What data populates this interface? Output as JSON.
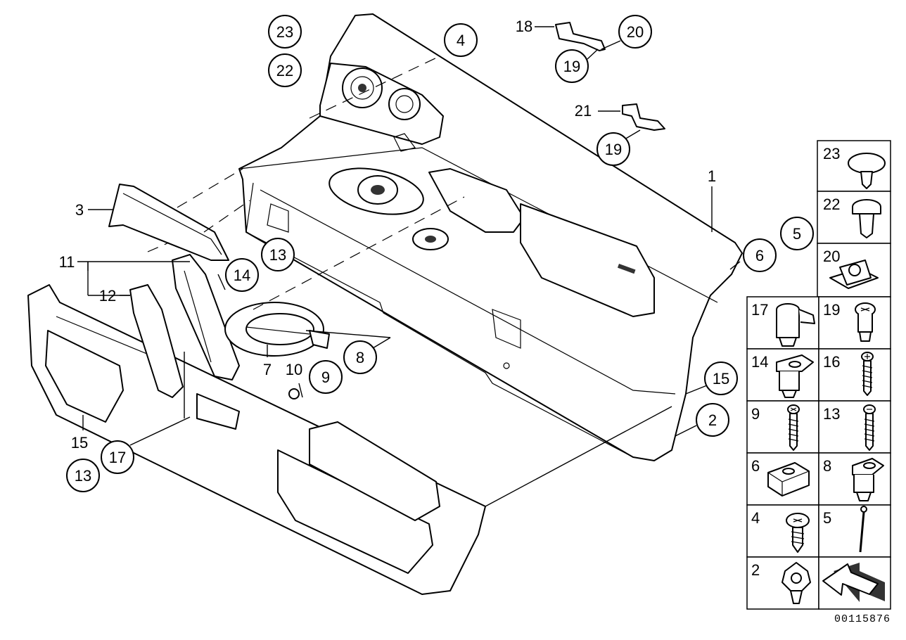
{
  "diagram_id": "00115876",
  "callouts": {
    "c23": "23",
    "c22": "22",
    "c4": "4",
    "c18": "18",
    "c20": "20",
    "c19a": "19",
    "c21": "21",
    "c19b": "19",
    "c1": "1",
    "c3": "3",
    "c5": "5",
    "c6": "6",
    "c13a": "13",
    "c11": "11",
    "c14": "14",
    "c12": "12",
    "c8": "8",
    "c7": "7",
    "c10": "10",
    "c9": "9",
    "c15a": "15",
    "c2": "2",
    "c15b": "15",
    "c17": "17",
    "c13b": "13"
  },
  "legend": {
    "r0": [
      "23"
    ],
    "r1": [
      "22"
    ],
    "r2": [
      "20"
    ],
    "r3": [
      "17",
      "19"
    ],
    "r4": [
      "14",
      "16"
    ],
    "r5": [
      "9",
      "13"
    ],
    "r6": [
      "6",
      "8"
    ],
    "r7": [
      "4",
      "5"
    ],
    "r8": [
      "2",
      ""
    ]
  }
}
